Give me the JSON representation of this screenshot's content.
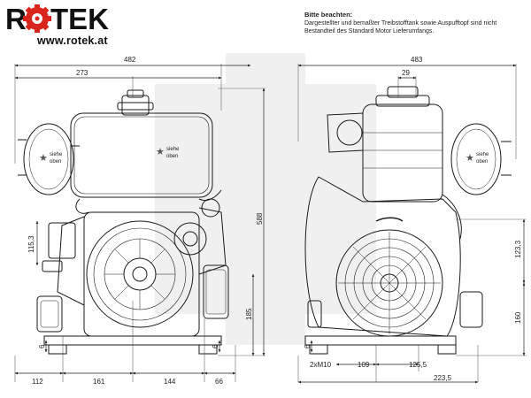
{
  "brand": {
    "logo_text": "ROTEK",
    "url": "www.rotek.at"
  },
  "note": {
    "title": "Bitte beachten:",
    "line1": "Dargestellter und bemaßter Treibstofftank sowie Auspufftopf sind nicht",
    "line2": "Bestandteil des Standard Motor Lieferumfangs."
  },
  "annotations": {
    "siehe": "siehe",
    "oben": "oben"
  },
  "front_view": {
    "dim_width_total": "482",
    "dim_width_left": "273",
    "dim_height_total": "588",
    "dim_shaft_height": "115,3",
    "dim_foot_height": "185",
    "dim_foot_thickness": "6",
    "dim_bottom_a": "112",
    "dim_bottom_b": "161",
    "dim_bottom_c": "144",
    "dim_bottom_d": "66"
  },
  "side_view": {
    "dim_width_total": "483",
    "dim_top_offset": "29",
    "dim_height_a": "123,3",
    "dim_height_b": "160",
    "dim_foot_thickness": "6",
    "dim_thread": "2xM10",
    "dim_bottom_a": "109",
    "dim_bottom_b": "125,5",
    "dim_bottom_c": "223,5"
  },
  "colors": {
    "logo_red": "#d9261c",
    "line": "#1a1a1a",
    "watermark": "#eeeeee"
  }
}
